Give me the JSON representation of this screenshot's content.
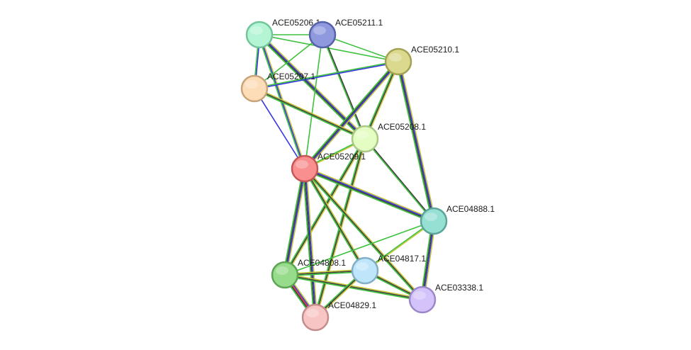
{
  "network": {
    "nodes": [
      {
        "id": "ACE05206.1",
        "label": "ACE05206.1",
        "fill": "#b3f5d4",
        "stroke": "#72c49b"
      },
      {
        "id": "ACE05211.1",
        "label": "ACE05211.1",
        "fill": "#8f99de",
        "stroke": "#5561a8"
      },
      {
        "id": "ACE05210.1",
        "label": "ACE05210.1",
        "fill": "#dbd98e",
        "stroke": "#a3a152"
      },
      {
        "id": "ACE05207.1",
        "label": "ACE05207.1",
        "fill": "#fddcb8",
        "stroke": "#c8a47a"
      },
      {
        "id": "ACE05208.1",
        "label": "ACE05208.1",
        "fill": "#e3fdc2",
        "stroke": "#a9c886"
      },
      {
        "id": "ACE05209.1",
        "label": "ACE05209.1",
        "fill": "#fa8f8f",
        "stroke": "#c65656"
      },
      {
        "id": "ACE04888.1",
        "label": "ACE04888.1",
        "fill": "#95dfd3",
        "stroke": "#5aa49a"
      },
      {
        "id": "ACE04808.1",
        "label": "ACE04808.1",
        "fill": "#96dc8a",
        "stroke": "#5ca553"
      },
      {
        "id": "ACE04817.1",
        "label": "ACE04817.1",
        "fill": "#bfe5fa",
        "stroke": "#82aec6"
      },
      {
        "id": "ACE03338.1",
        "label": "ACE03338.1",
        "fill": "#d4c2fa",
        "stroke": "#9c88c8"
      },
      {
        "id": "ACE04829.1",
        "label": "ACE04829.1",
        "fill": "#f8c5c5",
        "stroke": "#c48c8c"
      }
    ],
    "edges": [
      {
        "source": "ACE05206.1",
        "target": "ACE05211.1",
        "evidence": [
          "green"
        ]
      },
      {
        "source": "ACE05206.1",
        "target": "ACE05210.1",
        "evidence": [
          "green"
        ]
      },
      {
        "source": "ACE05206.1",
        "target": "ACE05207.1",
        "evidence": [
          "blue",
          "green"
        ]
      },
      {
        "source": "ACE05206.1",
        "target": "ACE05208.1",
        "evidence": [
          "yellow",
          "blue",
          "darkgray",
          "green"
        ]
      },
      {
        "source": "ACE05206.1",
        "target": "ACE05209.1",
        "evidence": [
          "yellow",
          "blue",
          "green"
        ]
      },
      {
        "source": "ACE05211.1",
        "target": "ACE05210.1",
        "evidence": [
          "green"
        ]
      },
      {
        "source": "ACE05211.1",
        "target": "ACE05207.1",
        "evidence": [
          "green"
        ]
      },
      {
        "source": "ACE05211.1",
        "target": "ACE05208.1",
        "evidence": [
          "darkgray",
          "green"
        ]
      },
      {
        "source": "ACE05211.1",
        "target": "ACE05209.1",
        "evidence": [
          "green"
        ]
      },
      {
        "source": "ACE05210.1",
        "target": "ACE05207.1",
        "evidence": [
          "blue",
          "green"
        ]
      },
      {
        "source": "ACE05210.1",
        "target": "ACE05208.1",
        "evidence": [
          "yellow",
          "darkgray",
          "green"
        ]
      },
      {
        "source": "ACE05210.1",
        "target": "ACE05209.1",
        "evidence": [
          "yellow",
          "blue",
          "darkgray",
          "green"
        ]
      },
      {
        "source": "ACE05210.1",
        "target": "ACE04888.1",
        "evidence": [
          "yellow",
          "blue",
          "darkgray",
          "green"
        ]
      },
      {
        "source": "ACE05207.1",
        "target": "ACE05208.1",
        "evidence": [
          "yellow",
          "darkgray",
          "green"
        ]
      },
      {
        "source": "ACE05207.1",
        "target": "ACE05209.1",
        "evidence": [
          "blue"
        ]
      },
      {
        "source": "ACE05208.1",
        "target": "ACE05209.1",
        "evidence": [
          "yellow",
          "green"
        ]
      },
      {
        "source": "ACE05208.1",
        "target": "ACE04888.1",
        "evidence": [
          "darkgray",
          "green"
        ]
      },
      {
        "source": "ACE05208.1",
        "target": "ACE04808.1",
        "evidence": [
          "yellow",
          "darkgray",
          "green"
        ]
      },
      {
        "source": "ACE05208.1",
        "target": "ACE04829.1",
        "evidence": [
          "yellow",
          "darkgray",
          "green"
        ]
      },
      {
        "source": "ACE05209.1",
        "target": "ACE04888.1",
        "evidence": [
          "yellow",
          "blue",
          "darkgray",
          "green"
        ]
      },
      {
        "source": "ACE05209.1",
        "target": "ACE04808.1",
        "evidence": [
          "yellow",
          "blue",
          "darkgray",
          "green"
        ]
      },
      {
        "source": "ACE05209.1",
        "target": "ACE04829.1",
        "evidence": [
          "yellow",
          "blue",
          "darkgray",
          "green"
        ]
      },
      {
        "source": "ACE05209.1",
        "target": "ACE04817.1",
        "evidence": [
          "yellow",
          "darkgray",
          "green"
        ]
      },
      {
        "source": "ACE05209.1",
        "target": "ACE03338.1",
        "evidence": [
          "yellow",
          "darkgray",
          "green"
        ]
      },
      {
        "source": "ACE04888.1",
        "target": "ACE04817.1",
        "evidence": [
          "yellow",
          "green"
        ]
      },
      {
        "source": "ACE04888.1",
        "target": "ACE03338.1",
        "evidence": [
          "yellow",
          "blue",
          "darkgray",
          "green"
        ]
      },
      {
        "source": "ACE04888.1",
        "target": "ACE04808.1",
        "evidence": [
          "green"
        ]
      },
      {
        "source": "ACE04808.1",
        "target": "ACE04817.1",
        "evidence": [
          "yellow",
          "darkgray",
          "green"
        ]
      },
      {
        "source": "ACE04808.1",
        "target": "ACE04829.1",
        "evidence": [
          "yellow",
          "blue",
          "red",
          "darkgray",
          "green"
        ]
      },
      {
        "source": "ACE04808.1",
        "target": "ACE03338.1",
        "evidence": [
          "yellow",
          "darkgray",
          "green"
        ]
      },
      {
        "source": "ACE04817.1",
        "target": "ACE04829.1",
        "evidence": [
          "yellow",
          "darkgray",
          "green"
        ]
      },
      {
        "source": "ACE04817.1",
        "target": "ACE03338.1",
        "evidence": [
          "yellow",
          "darkgray",
          "green"
        ]
      }
    ],
    "evidence_colors": {
      "green": "#3ec13e",
      "blue": "#3535e0",
      "yellow": "#c8c83a",
      "darkgray": "#3d3d3d",
      "red": "#e03535"
    }
  }
}
